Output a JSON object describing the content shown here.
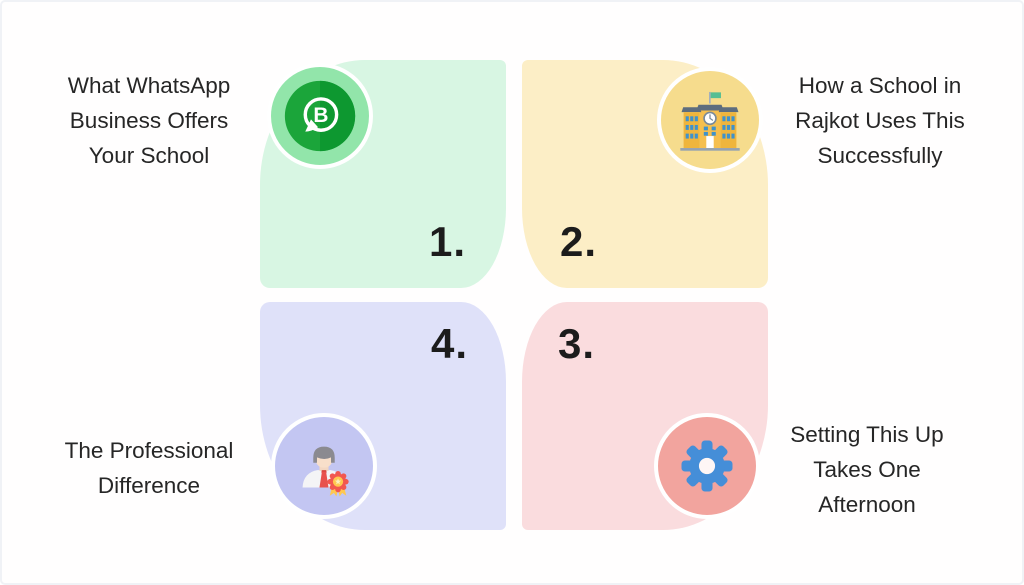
{
  "infographic": {
    "quadrants": [
      {
        "number": "1.",
        "title": "What WhatsApp Business Offers Your School",
        "lines": [
          "What WhatsApp",
          "Business Offers",
          "Your School"
        ],
        "icon": "whatsapp-business-icon",
        "petal_color": "#D8F6E3",
        "circle_color": "#92E5AA"
      },
      {
        "number": "2.",
        "title": "How a School in Rajkot Uses This Successfully",
        "lines": [
          "How a School in",
          "Rajkot Uses This",
          "Successfully"
        ],
        "icon": "school-building-icon",
        "petal_color": "#FCEEC6",
        "circle_color": "#F6DC8D"
      },
      {
        "number": "3.",
        "title": "Setting This Up Takes One Afternoon",
        "lines": [
          "Setting This Up",
          "Takes One",
          "Afternoon"
        ],
        "icon": "gear-icon",
        "petal_color": "#FADCDE",
        "circle_color": "#F2A49E"
      },
      {
        "number": "4.",
        "title": "The Professional Difference",
        "lines": [
          "The Professional",
          "Difference"
        ],
        "icon": "professional-award-icon",
        "petal_color": "#DFE1F9",
        "circle_color": "#C3C6F2"
      }
    ],
    "accent_colors": {
      "whatsapp_green": "#12A035",
      "school_amber": "#F0B73C",
      "gear_blue": "#458ED8",
      "award_red": "#F2574F",
      "text": "#262626"
    }
  }
}
